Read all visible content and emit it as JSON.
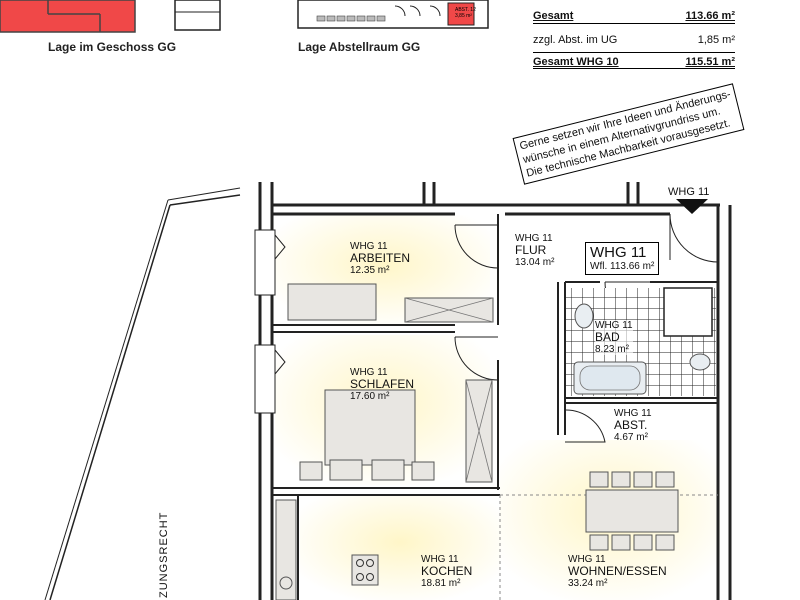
{
  "thumbnails": {
    "floor_label": "Lage im Geschoss GG",
    "storage_label": "Lage Abstellraum GG",
    "storage_tag_a": "ABST. 12",
    "storage_tag_b": "3,85 m²"
  },
  "area_table": {
    "rows": [
      {
        "label": "Gesamt",
        "value": "113.66 m²"
      },
      {
        "label": "zzgl. Abst. im UG",
        "value": "1,85 m²"
      },
      {
        "label": "Gesamt WHG 10",
        "value": "115.51 m²"
      }
    ]
  },
  "note_lines": [
    "Gerne setzen wir Ihre Ideen und Änderungs-",
    "wünsche in einem Alternativgrundriss um.",
    "Die technische Machbarkeit vorausgesetzt."
  ],
  "unit": {
    "entrance_label": "WHG 11",
    "title": "WHG 11",
    "living_area": "Wfl.   113.66 m²"
  },
  "rooms": [
    {
      "key": "arbeiten",
      "unit": "WHG 11",
      "name": "ARBEITEN",
      "area": "12.35 m²"
    },
    {
      "key": "flur",
      "unit": "WHG 11",
      "name": "FLUR",
      "area": "13.04 m²"
    },
    {
      "key": "bad",
      "unit": "WHG 11",
      "name": "BAD",
      "area": "8.23 m²"
    },
    {
      "key": "schlafen",
      "unit": "WHG 11",
      "name": "SCHLAFEN",
      "area": "17.60 m²"
    },
    {
      "key": "abst",
      "unit": "WHG 11",
      "name": "ABST.",
      "area": "4.67 m²"
    },
    {
      "key": "kochen",
      "unit": "WHG 11",
      "name": "KOCHEN",
      "area": "18.81 m²"
    },
    {
      "key": "wohnen",
      "unit": "WHG 11",
      "name": "WOHNEN/ESSEN",
      "area": "33.24 m²"
    }
  ],
  "side_text": "ZUNGSRECHT",
  "colors": {
    "highlight": "#f04848",
    "wall": "#222222",
    "room_glow": "#fff6c8",
    "tile": "#d8d8d8"
  }
}
